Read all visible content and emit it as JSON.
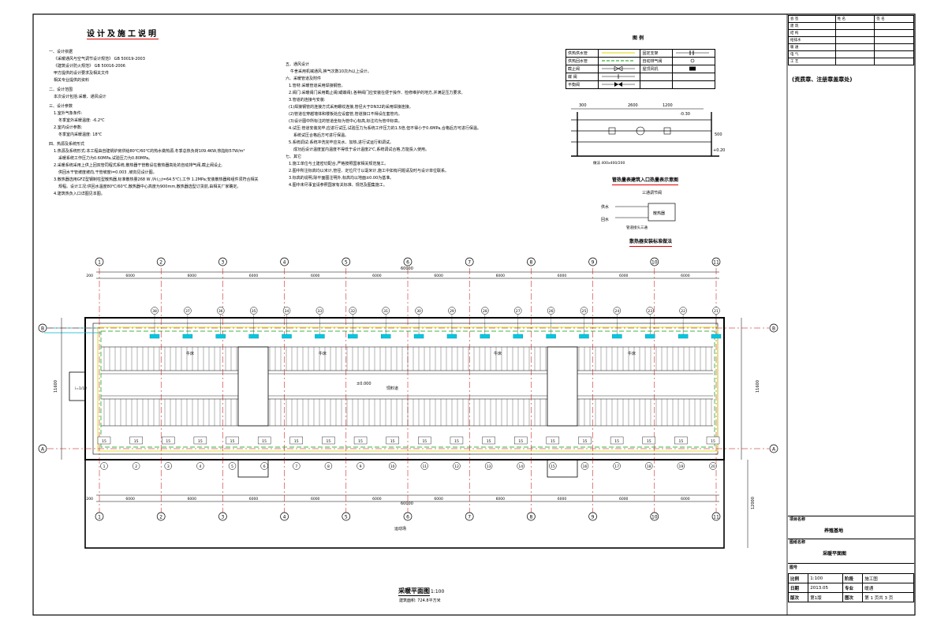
{
  "notes": {
    "title": "设计及施工说明",
    "sec1_head": "一、设计依据",
    "sec1_items": [
      "《采暖通风与空气调节设计规范》 GB 50019-2003",
      "《建筑设计防火规范》      GB 50016-2006",
      "甲方提供的设计要求及相关文件",
      "相关专业提供的资料"
    ],
    "sec2_head": "二、设计范围",
    "sec2_text": "本次设计包括:采暖、通风设计",
    "sec3_head": "三、设计参数",
    "sec3_items": [
      "1.室外气象条件:",
      "冬季室外采暖温度: -6.2℃",
      "2.室内设计参数:",
      "冬季室内采暖温度: 18℃"
    ],
    "sec4_head": "四、热源及系统形式",
    "sec4_items": [
      "1.热源及系统形式:本工程由自建锅炉房供给80℃/60℃的热水做热源,冬季总热负荷109.4KW,热指标57W/m²",
      "采暖系统工作压力为0.60MPa,试验压力为0.80MPa。",
      "2.采暖系统采用上供上回双管同程式系统,散热器干管敷设在散热器高处的自动排气阀,截止阀设止.",
      "供回水干管坡度坡向,干管坡度i=0.003 ,坡向见设计图。",
      "3.散热器选用GFZ型钢制柱型散热器,标准散热量268 W /片(△t=64.5℃),工作 1.2MPa;安装散热器和组件须符合相关",
      "规程。设计工况:供回水温度80℃/60℃,散热器中心高度为900mm,散热器选型订货前,由相关厂家确定。",
      "4.建筑热负入口详图见本图。"
    ],
    "sec5_head": "五、通风设计",
    "sec5_text": "牛舍采用机械通风,换气次数10次/h以上设计。",
    "sec6_head": "六、采暖管道及附件",
    "sec6_items": [
      "1.管材:采暖管道采用焊接钢管。",
      "2.阀门:采暖阀门采用截止阀(或蝶阀),各种阀门应安装在便于操作、检修维护的地方,并满足压力要求。",
      "3.管道的连接与安装:",
      "(1)焊接钢管的连接方式采用螺纹连接,管径大于DN32的采用焊接连接。",
      "(2)管道在穿越墙体和楼板处应设套管,管道接口不得设在套管内。",
      "(3)设计图中所标注的管道坐标为管中心标高,标注均为管中标高。",
      "4.试压:管道安装完毕,应进行试压,试验压力为系统工作压力的1.5倍,但不得小于0.6MPa,合格后方可进行保温。",
      "系统试压合格后方可进行保温。",
      "5.系统调试:系统冲洗完毕应充水、加热,进行试运行和调试。",
      "成功后设计温度室内温度不得低于设计温度2℃,系统调试合格,方能投入使用。"
    ],
    "sec7_head": "七、其它",
    "sec7_items": [
      "1.施工单位与土建密切配合,严格按照国家相关规范施工。",
      "2.图中所注标高均以米计,管径、定位尺寸以毫米计,施工中如有问题请及时与设计单位联系。",
      "3.标高的说明,除平面图注明外,标高均以地面±0.00为基准。",
      "4.图中未尽事宜请参照国家有关标准、规范及图集施工。"
    ]
  },
  "legend": {
    "title": "图 例",
    "rows": [
      [
        "供热供水管",
        "",
        "固定支架",
        ""
      ],
      [
        "供热回水管",
        "",
        "自动排气阀",
        ""
      ],
      [
        "截止阀",
        "",
        "屋顶风机",
        ""
      ],
      [
        "蝶 阀",
        "",
        "",
        ""
      ],
      [
        "平衡阀",
        "",
        "",
        ""
      ]
    ]
  },
  "inlet_detail": {
    "title": "管热量表建筑入口热量表示意图",
    "dims": [
      "300",
      "2600",
      "1200"
    ],
    "levels": [
      "-0.30",
      "+0.20"
    ],
    "note": "做法 400x400/200",
    "side": "500"
  },
  "radiator_detail": {
    "title": "散热器安装标准做法",
    "tag": "三通调节阀",
    "box": "散热器",
    "supply": "供水",
    "return": "回水",
    "bottom": "管道接头三通"
  },
  "plan": {
    "title": "采暖平面图",
    "scale": "1:100",
    "area": "建筑面积: 724.8平方米",
    "total_dim": "60000",
    "bay_dim": "6000",
    "edge_dim": "200",
    "axes_numbers": [
      "1",
      "2",
      "3",
      "4",
      "5",
      "6",
      "7",
      "8",
      "9",
      "10",
      "11"
    ],
    "axes_letters": [
      "B",
      "A"
    ],
    "width_dim": "11600",
    "lower_dim": "12000",
    "room_labels": [
      "牛床",
      "牛床",
      "牛床",
      "牛床"
    ],
    "aisle_label": "饲料道",
    "level_label": "±0.000",
    "slope_label": "i=1/12",
    "bottom_area": "运动场",
    "top_radiators": [
      "38",
      "37",
      "36",
      "35",
      "34",
      "33",
      "32",
      "31",
      "30",
      "29",
      "28",
      "27",
      "26",
      "25",
      "24",
      "23",
      "22",
      "21"
    ],
    "bottom_radiators": [
      "1",
      "2",
      "3",
      "4",
      "5",
      "6",
      "7",
      "8",
      "9",
      "10",
      "11",
      "12",
      "13",
      "14",
      "15",
      "16",
      "17",
      "18",
      "19",
      "20"
    ],
    "radiator_count_label": "15"
  },
  "titleblock": {
    "sign_rows": [
      [
        "会 签",
        "姓 名",
        "签 名"
      ],
      [
        "建 筑",
        "",
        ""
      ],
      [
        "结 构",
        "",
        ""
      ],
      [
        "给排水",
        "",
        ""
      ],
      [
        "暖 通",
        "",
        ""
      ],
      [
        "电 气",
        "",
        ""
      ],
      [
        "工 艺",
        "",
        ""
      ]
    ],
    "stamp": "(资质章、注册章盖章处)",
    "project_label": "项目名称",
    "project_value": "养殖基地",
    "drawing_label": "图纸名称",
    "drawing_value": "采暖平面图",
    "drawing_no_label": "图号",
    "rows": [
      [
        "比例",
        "1:100",
        "阶段",
        "施工图"
      ],
      [
        "日期",
        "2013.05",
        "专业",
        "暖通"
      ],
      [
        "版次",
        "第1版",
        "图次",
        "第 1 页共 3 页"
      ]
    ]
  }
}
